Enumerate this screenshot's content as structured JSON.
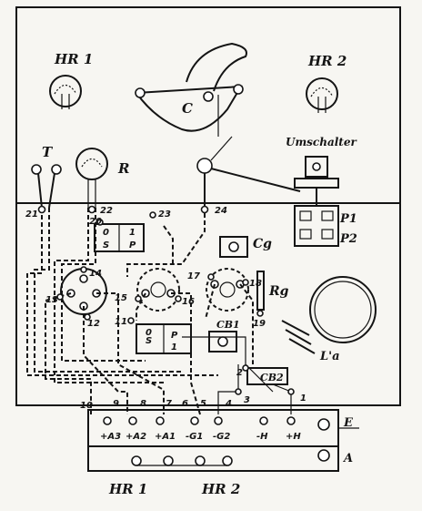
{
  "chassis": {
    "top_tubes": [
      "HR 1",
      "HR 2"
    ],
    "capacitor_label": "C",
    "terminal_T": "T",
    "resistor_R": "R",
    "switch_label": "Umschalter",
    "switch_positions": [
      "P1",
      "P2"
    ],
    "grid_cap": "Cg",
    "grid_resistor": "Rg",
    "coil": "L'a",
    "blocking_caps": [
      "CB1",
      "CB2"
    ]
  },
  "relay_block_top": {
    "contacts": [
      "0",
      "S",
      "1",
      "P"
    ]
  },
  "relay_block_mid": {
    "contacts": [
      "S",
      "P",
      "0",
      "1"
    ]
  },
  "pin_numbers": [
    "21",
    "22",
    "20",
    "23",
    "24",
    "14",
    "13",
    "12",
    "15",
    "16",
    "17",
    "18",
    "19",
    "11",
    "2",
    "3",
    "1",
    "10",
    "9",
    "8",
    "7",
    "6",
    "5",
    "4"
  ],
  "battery_terminals": [
    "+A3",
    "+A2",
    "+A1",
    "-G1",
    "-G2",
    "-H",
    "+H"
  ],
  "strip_labels": [
    "E",
    "A"
  ],
  "bottom_tubes": [
    "HR 1",
    "HR 2"
  ]
}
